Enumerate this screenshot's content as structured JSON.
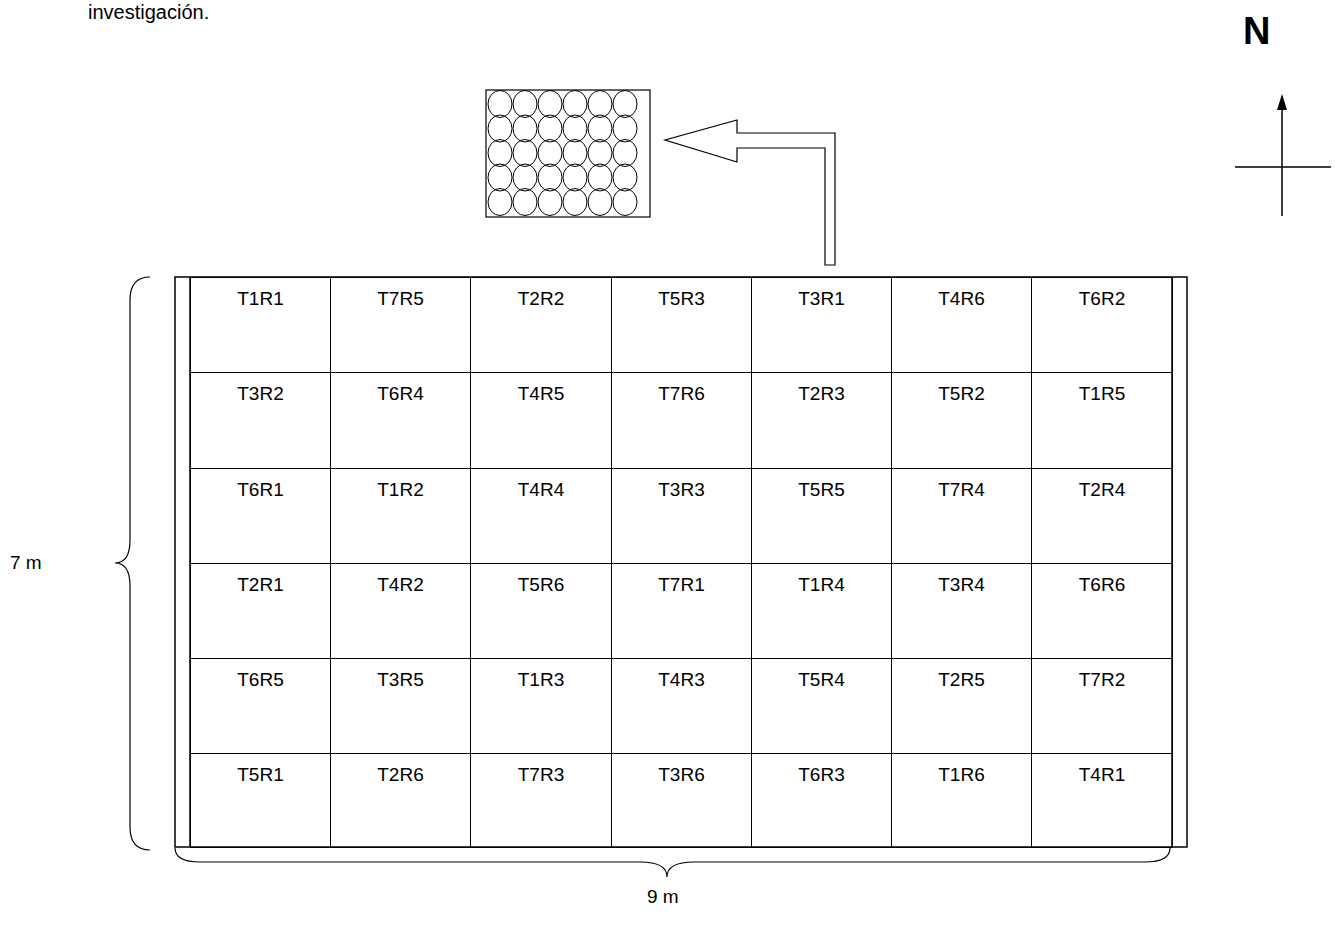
{
  "diagram": {
    "nodes": [
      {
        "text": [
          "T1R1"
        ]
      },
      {
        "text": [
          "T7R5"
        ]
      },
      {
        "text": [
          "T2R2"
        ]
      },
      {
        "text": [
          "T5R3"
        ]
      },
      {
        "text": [
          "T3R1"
        ]
      },
      {
        "text": [
          "T4R6"
        ]
      },
      {
        "text": [
          "T6R2"
        ]
      },
      {
        "text": [
          "T3R2"
        ]
      },
      {
        "text": [
          "T6R4"
        ]
      },
      {
        "text": [
          "T4R5"
        ]
      },
      {
        "text": [
          "T7R6"
        ]
      },
      {
        "text": [
          "T2R3"
        ]
      },
      {
        "text": [
          "T5R2"
        ]
      },
      {
        "text": [
          "T1R5"
        ]
      },
      {
        "text": [
          "T6R1"
        ]
      },
      {
        "text": [
          "T1R2"
        ]
      },
      {
        "text": [
          "T4R4"
        ]
      },
      {
        "text": [
          "T3R3"
        ]
      },
      {
        "text": [
          "T5R5"
        ]
      },
      {
        "text": [
          "T7R4"
        ]
      },
      {
        "text": [
          "T2R4"
        ]
      },
      {
        "text": [
          "T2R1"
        ]
      },
      {
        "text": [
          "T4R2"
        ]
      },
      {
        "text": [
          "T5R6"
        ]
      },
      {
        "text": [
          "T7R1"
        ]
      },
      {
        "text": [
          "T1R4"
        ]
      },
      {
        "text": [
          "T3R4"
        ]
      },
      {
        "text": [
          "T6R6"
        ]
      },
      {
        "text": [
          "T6R5"
        ]
      },
      {
        "text": [
          "T3R5"
        ]
      },
      {
        "text": [
          "T1R3"
        ]
      },
      {
        "text": [
          "T4R3"
        ]
      },
      {
        "text": [
          "T5R4"
        ]
      },
      {
        "text": [
          "T2R5"
        ]
      },
      {
        "text": [
          "T7R2"
        ]
      },
      {
        "text": [
          "T5R1"
        ]
      },
      {
        "text": [
          "T2R6"
        ]
      },
      {
        "text": [
          "T7R3"
        ]
      },
      {
        "text": [
          "T3R6"
        ]
      },
      {
        "text": [
          "T6R3"
        ]
      },
      {
        "text": [
          "T1R6"
        ]
      },
      {
        "text": [
          "T4R1"
        ]
      }
    ],
    "labels": [
      "investigación.",
      "N",
      "7 m",
      "9 m"
    ]
  }
}
